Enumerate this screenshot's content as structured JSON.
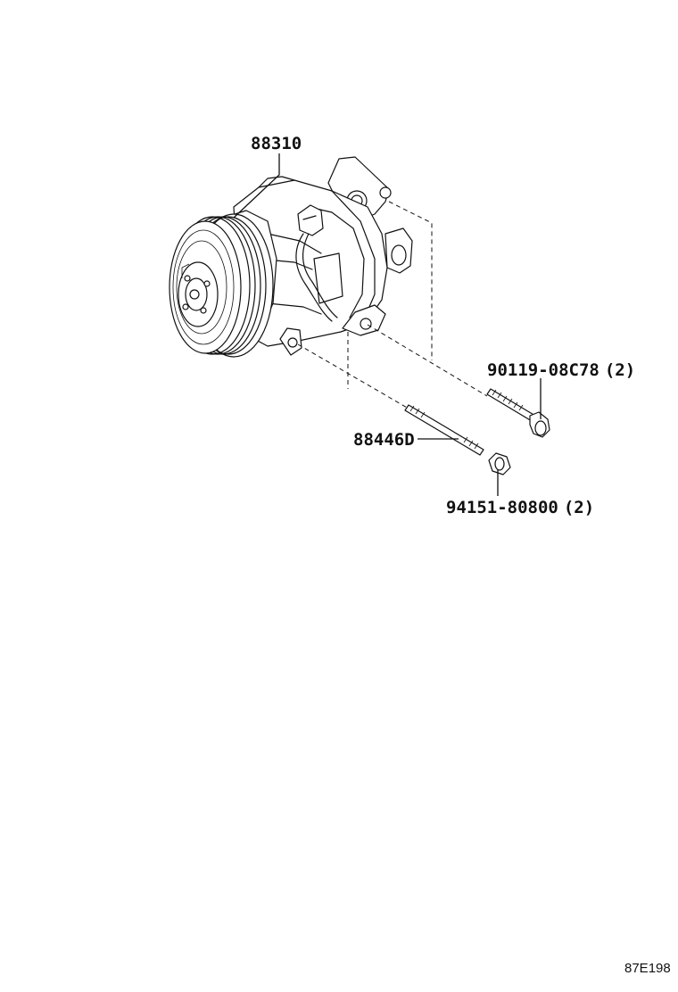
{
  "parts": {
    "compressor": {
      "number": "88310",
      "icon": "ac-compressor-icon"
    },
    "stud_bolt": {
      "number": "88446D",
      "icon": "stud-bolt-icon"
    },
    "flange_bolt": {
      "number": "90119-08C78",
      "qty": "(2)",
      "icon": "flange-bolt-icon"
    },
    "nut": {
      "number": "94151-80800",
      "qty": "(2)",
      "icon": "nut-icon"
    }
  },
  "diagram_code": "87E198"
}
